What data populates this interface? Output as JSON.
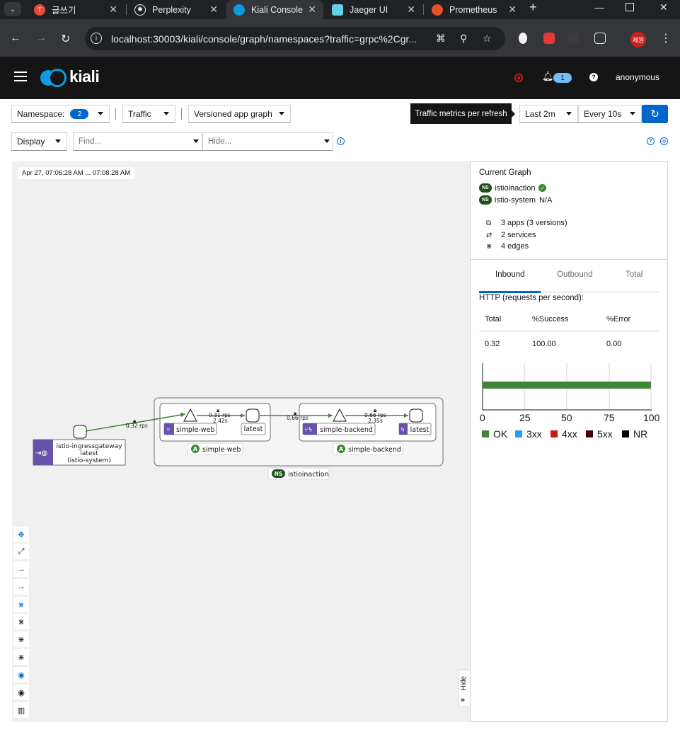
{
  "browser": {
    "tabs": [
      {
        "title": "글쓰기",
        "fav_color": "#e74c3c",
        "active": false
      },
      {
        "title": "Perplexity",
        "fav_color": "#202124",
        "active": false
      },
      {
        "title": "Kiali Console",
        "fav_color": "#0e9be0",
        "active": true
      },
      {
        "title": "Jaeger UI",
        "fav_color": "#60d0e4",
        "active": false
      },
      {
        "title": "Prometheus",
        "fav_color": "#e6522c",
        "active": false
      }
    ],
    "url": "localhost:30003/kiali/console/graph/namespaces?traffic=grpc%2Cgr...",
    "profile_label": "제원"
  },
  "masthead": {
    "brand": "kiali",
    "notification_count": "1",
    "user": "anonymous"
  },
  "toolbar": {
    "namespace_label": "Namespace:",
    "namespace_count": "2",
    "traffic_label": "Traffic",
    "graph_type": "Versioned app graph",
    "tooltip": "Traffic metrics per refresh",
    "duration": "Last 2m",
    "refresh_interval": "Every 10s",
    "display_label": "Display",
    "find_placeholder": "Find...",
    "hide_placeholder": "Hide..."
  },
  "graph": {
    "timestamp": "Apr 27, 07:06:28 AM ... 07:08:28 AM",
    "ingress": {
      "name": "istio-ingressgateway",
      "version": "latest",
      "namespace": "(istio-system)"
    },
    "edge_ingress_rps": "0.32 rps",
    "edge_web_rps": "0.31 rps",
    "edge_web_time": "2.42s",
    "edge_cross_rps": "0.66 rps",
    "edge_backend_rps": "0.66 rps",
    "edge_backend_time": "2.35s",
    "web_service": "simple-web",
    "web_version": "latest",
    "web_app": "simple-web",
    "backend_service": "simple-backend",
    "backend_version": "latest",
    "backend_app": "simple-backend",
    "namespace_box": "istioinaction",
    "app_badge": "A",
    "ns_badge": "NS",
    "hide_label": "Hide"
  },
  "panel": {
    "title": "Current Graph",
    "namespaces": [
      {
        "badge": "NS",
        "name": "istioinaction",
        "status": "healthy"
      },
      {
        "badge": "NS",
        "name": "istio-system",
        "status": "N/A"
      }
    ],
    "stats": {
      "apps": "3 apps (3 versions)",
      "services": "2 services",
      "edges": "4 edges"
    },
    "tabs": [
      "Inbound",
      "Outbound",
      "Total"
    ],
    "http_title": "HTTP (requests per second):",
    "table_headers": [
      "Total",
      "%Success",
      "%Error"
    ],
    "table_values": [
      "0.32",
      "100.00",
      "0.00"
    ],
    "axis_ticks": [
      "0",
      "25",
      "50",
      "75",
      "100"
    ],
    "legend": [
      {
        "label": "OK",
        "color": "#3e8635"
      },
      {
        "label": "3xx",
        "color": "#2b9af3"
      },
      {
        "label": "4xx",
        "color": "#c9190b"
      },
      {
        "label": "5xx",
        "color": "#470000"
      },
      {
        "label": "NR",
        "color": "#000000"
      }
    ],
    "ok_percent": 100
  }
}
